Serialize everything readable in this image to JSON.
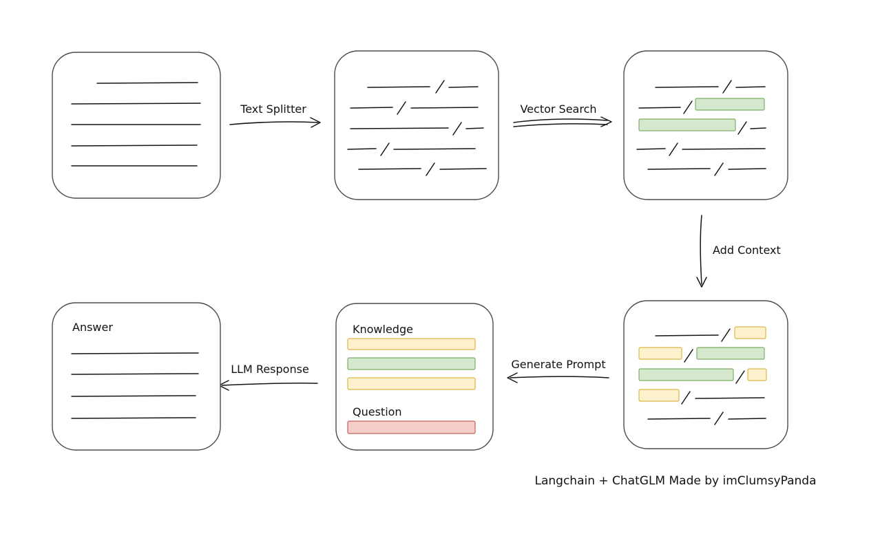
{
  "labels": {
    "text_splitter": "Text Splitter",
    "vector_search": "Vector Search",
    "add_context": "Add Context",
    "generate_prompt": "Generate Prompt",
    "llm_response": "LLM Response"
  },
  "prompt_box": {
    "knowledge": "Knowledge",
    "question": "Question"
  },
  "answer_box": {
    "title": "Answer"
  },
  "footer": "Langchain + ChatGLM Made by imClumsyPanda",
  "colors": {
    "green_fill": "#d5e8cd",
    "green_stroke": "#7daf63",
    "yellow_fill": "#fdf2cd",
    "yellow_stroke": "#d9b648",
    "red_fill": "#f5cdc9",
    "red_stroke": "#c0605c",
    "line": "#141414",
    "box_border": "#4b4b4b"
  }
}
